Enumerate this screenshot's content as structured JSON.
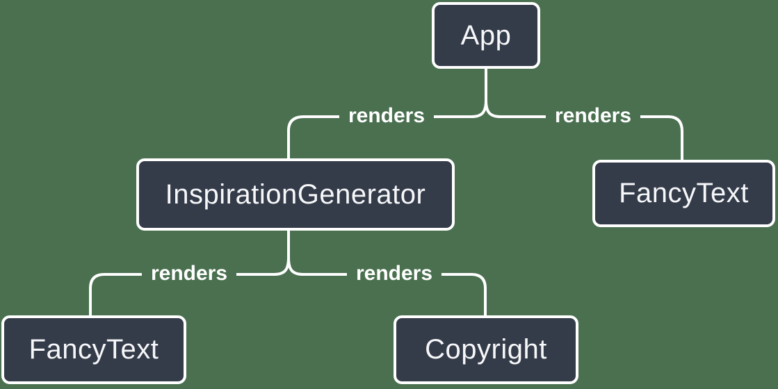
{
  "diagram": {
    "type": "component-render-tree",
    "colors": {
      "background": "#4A7050",
      "node_fill": "#343B49",
      "node_border": "#FFFFFF",
      "node_text": "#F6F7F9",
      "edge": "#FFFFFF"
    },
    "nodes": [
      {
        "id": "app",
        "label": "App"
      },
      {
        "id": "inspiration-generator",
        "label": "InspirationGenerator"
      },
      {
        "id": "fancy-text-top",
        "label": "FancyText"
      },
      {
        "id": "fancy-text-bottom",
        "label": "FancyText"
      },
      {
        "id": "copyright",
        "label": "Copyright"
      }
    ],
    "edges": [
      {
        "from": "App",
        "to": "InspirationGenerator",
        "label": "renders"
      },
      {
        "from": "App",
        "to": "FancyText",
        "label": "renders"
      },
      {
        "from": "InspirationGenerator",
        "to": "FancyText",
        "label": "renders"
      },
      {
        "from": "InspirationGenerator",
        "to": "Copyright",
        "label": "renders"
      }
    ]
  }
}
